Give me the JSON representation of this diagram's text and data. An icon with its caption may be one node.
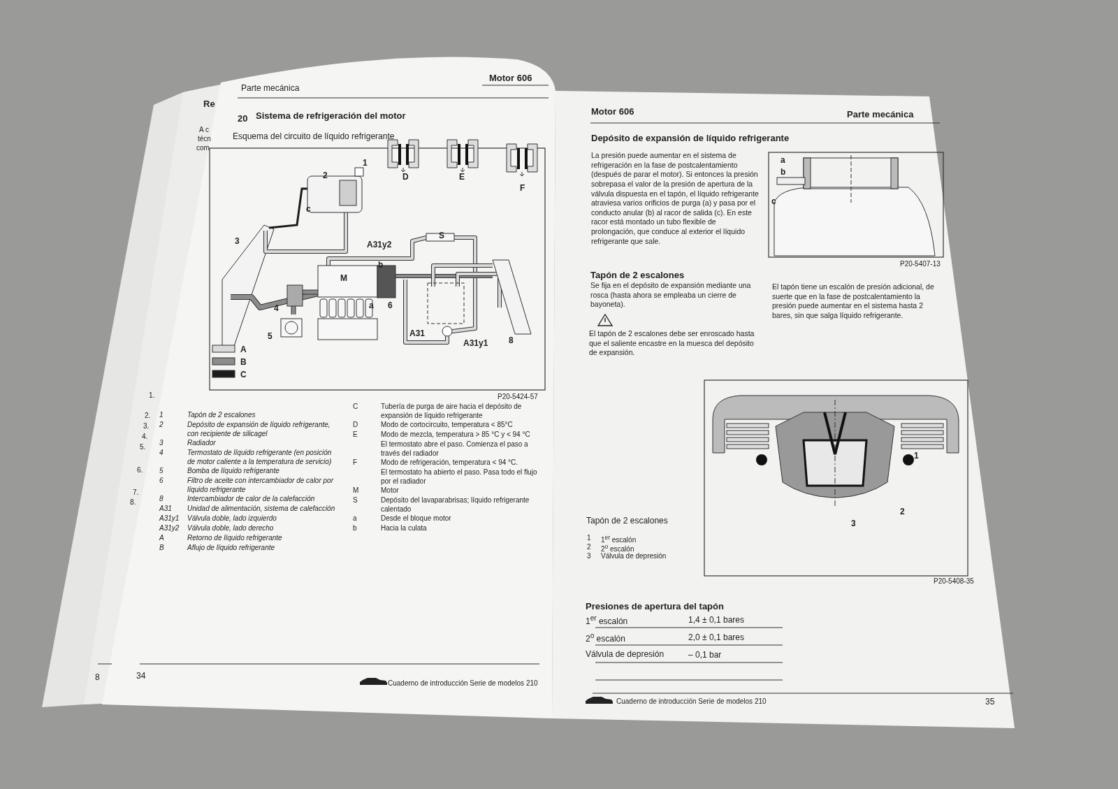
{
  "diagram": {
    "labels": [
      "Re",
      "A c",
      "técn",
      "com",
      "1.",
      "2.",
      "3.",
      "4.",
      "5.",
      "6.",
      "7.",
      "8.",
      "8",
      "Parte mecánica",
      "Motor 606",
      "20",
      "Sistema de refrigeración del motor",
      "Esquema del circuito de líquido refrigerante",
      "1",
      "2",
      "c",
      "3",
      "M",
      "b",
      "a",
      "6",
      "4",
      "5",
      "S",
      "A31y2",
      "A31",
      "A31y1",
      "8",
      "D",
      "E",
      "F",
      "P20-5424-57",
      "1",
      "Tapón de 2 escalones",
      "2",
      "Depósito de expansión de líquido refrigerante, con recipiente de silicagel",
      "3",
      "Radiador",
      "4",
      "Termostato de líquido refrigerante (en posición de motor caliente a la temperatura de servicio)",
      "5",
      "Bomba de líquido refrigerante",
      "6",
      "Filtro de aceite con intercambiador de calor por líquido refrigerante",
      "8",
      "Intercambiador de calor de la calefacción",
      "A31",
      "Unidad de alimentación, sistema de calefacción",
      "A31y1",
      "Válvula doble, lado izquierdo",
      "A31y2",
      "Válvula doble, lado derecho",
      "A",
      "Retorno de líquido refrigerante",
      "B",
      "Aflujo de líquido refrigerante",
      "C",
      "Tubería de purga de aire hacia el depósito de expansión de líquido refrigerante",
      "D",
      "Modo de cortocircuito, temperatura < 85°C",
      "E",
      "Modo de mezcla, temperatura > 85 °C y < 94 °C",
      "El termostato abre el paso. Comienza el paso a través del radiador",
      "F",
      "Modo de refrigeración, temperatura < 94 °C.",
      "El termostato ha abierto el paso. Pasa todo el flujo por el radiador",
      "M",
      "Motor",
      "S",
      "Depósito del lavaparabrisas; líquido refrigerante calentado",
      "a",
      "Desde el bloque motor",
      "b",
      "Hacia la culata",
      "34",
      "Cuaderno de introducción Serie de modelos 210",
      "Motor 606",
      "Parte mecánica",
      "Depósito de expansión de líquido refrigerante",
      "La presión puede aumentar en el sistema de refrigeración en la fase de postcalentamiento (después de parar el motor). Si entonces la presión sobrepasa el valor de la presión de apertura de la válvula dispuesta en el tapón, el líquido refrigerante atraviesa varios orificios de purga (a) y pasa por el conducto anular (b) al racor de salida (c). En este racor está montado un tubo flexible de prolongación, que conduce al exterior el líquido refrigerante que sale.",
      "a",
      "b",
      "c",
      "P20-5407-13",
      "Tapón de 2 escalones",
      "Se fija en el depósito de expansión mediante una rosca (hasta ahora se empleaba un cierre de bayoneta).",
      "El tapón de 2 escalones debe ser enroscado hasta que el saliente encastre en la muesca del depósito de expansión.",
      "El tapón tiene un escalón de presión adicional, de suerte que en la fase de postcalentamiento la presión puede aumentar en el sistema hasta 2 bares, sin que salga líquido refrigerante.",
      "1",
      "2",
      "3",
      "P20-5408-35",
      "Tapón de 2 escalones",
      "1",
      "1$^{er}$ escalón",
      "2",
      "2$^{o}$ escalón",
      "3",
      "Válvula de depresión",
      "Presiones de apertura del tapón",
      "1$^{er}$ escalón",
      "1,4 ± 0,1 bares",
      "2$^{o}$ escalón",
      "2,0 ± 0,1 bares",
      "Válvula de depresión",
      "– 0,1 bar",
      "Cuaderno de introducción Serie de modelos 210",
      "35"
    ],
    "legend": [
      {
        "text": "A",
        "color": "#d9d9d9"
      },
      {
        "text": "B",
        "color": "#8c8c8c"
      },
      {
        "text": "C",
        "color": "#1c1c1c"
      }
    ]
  }
}
